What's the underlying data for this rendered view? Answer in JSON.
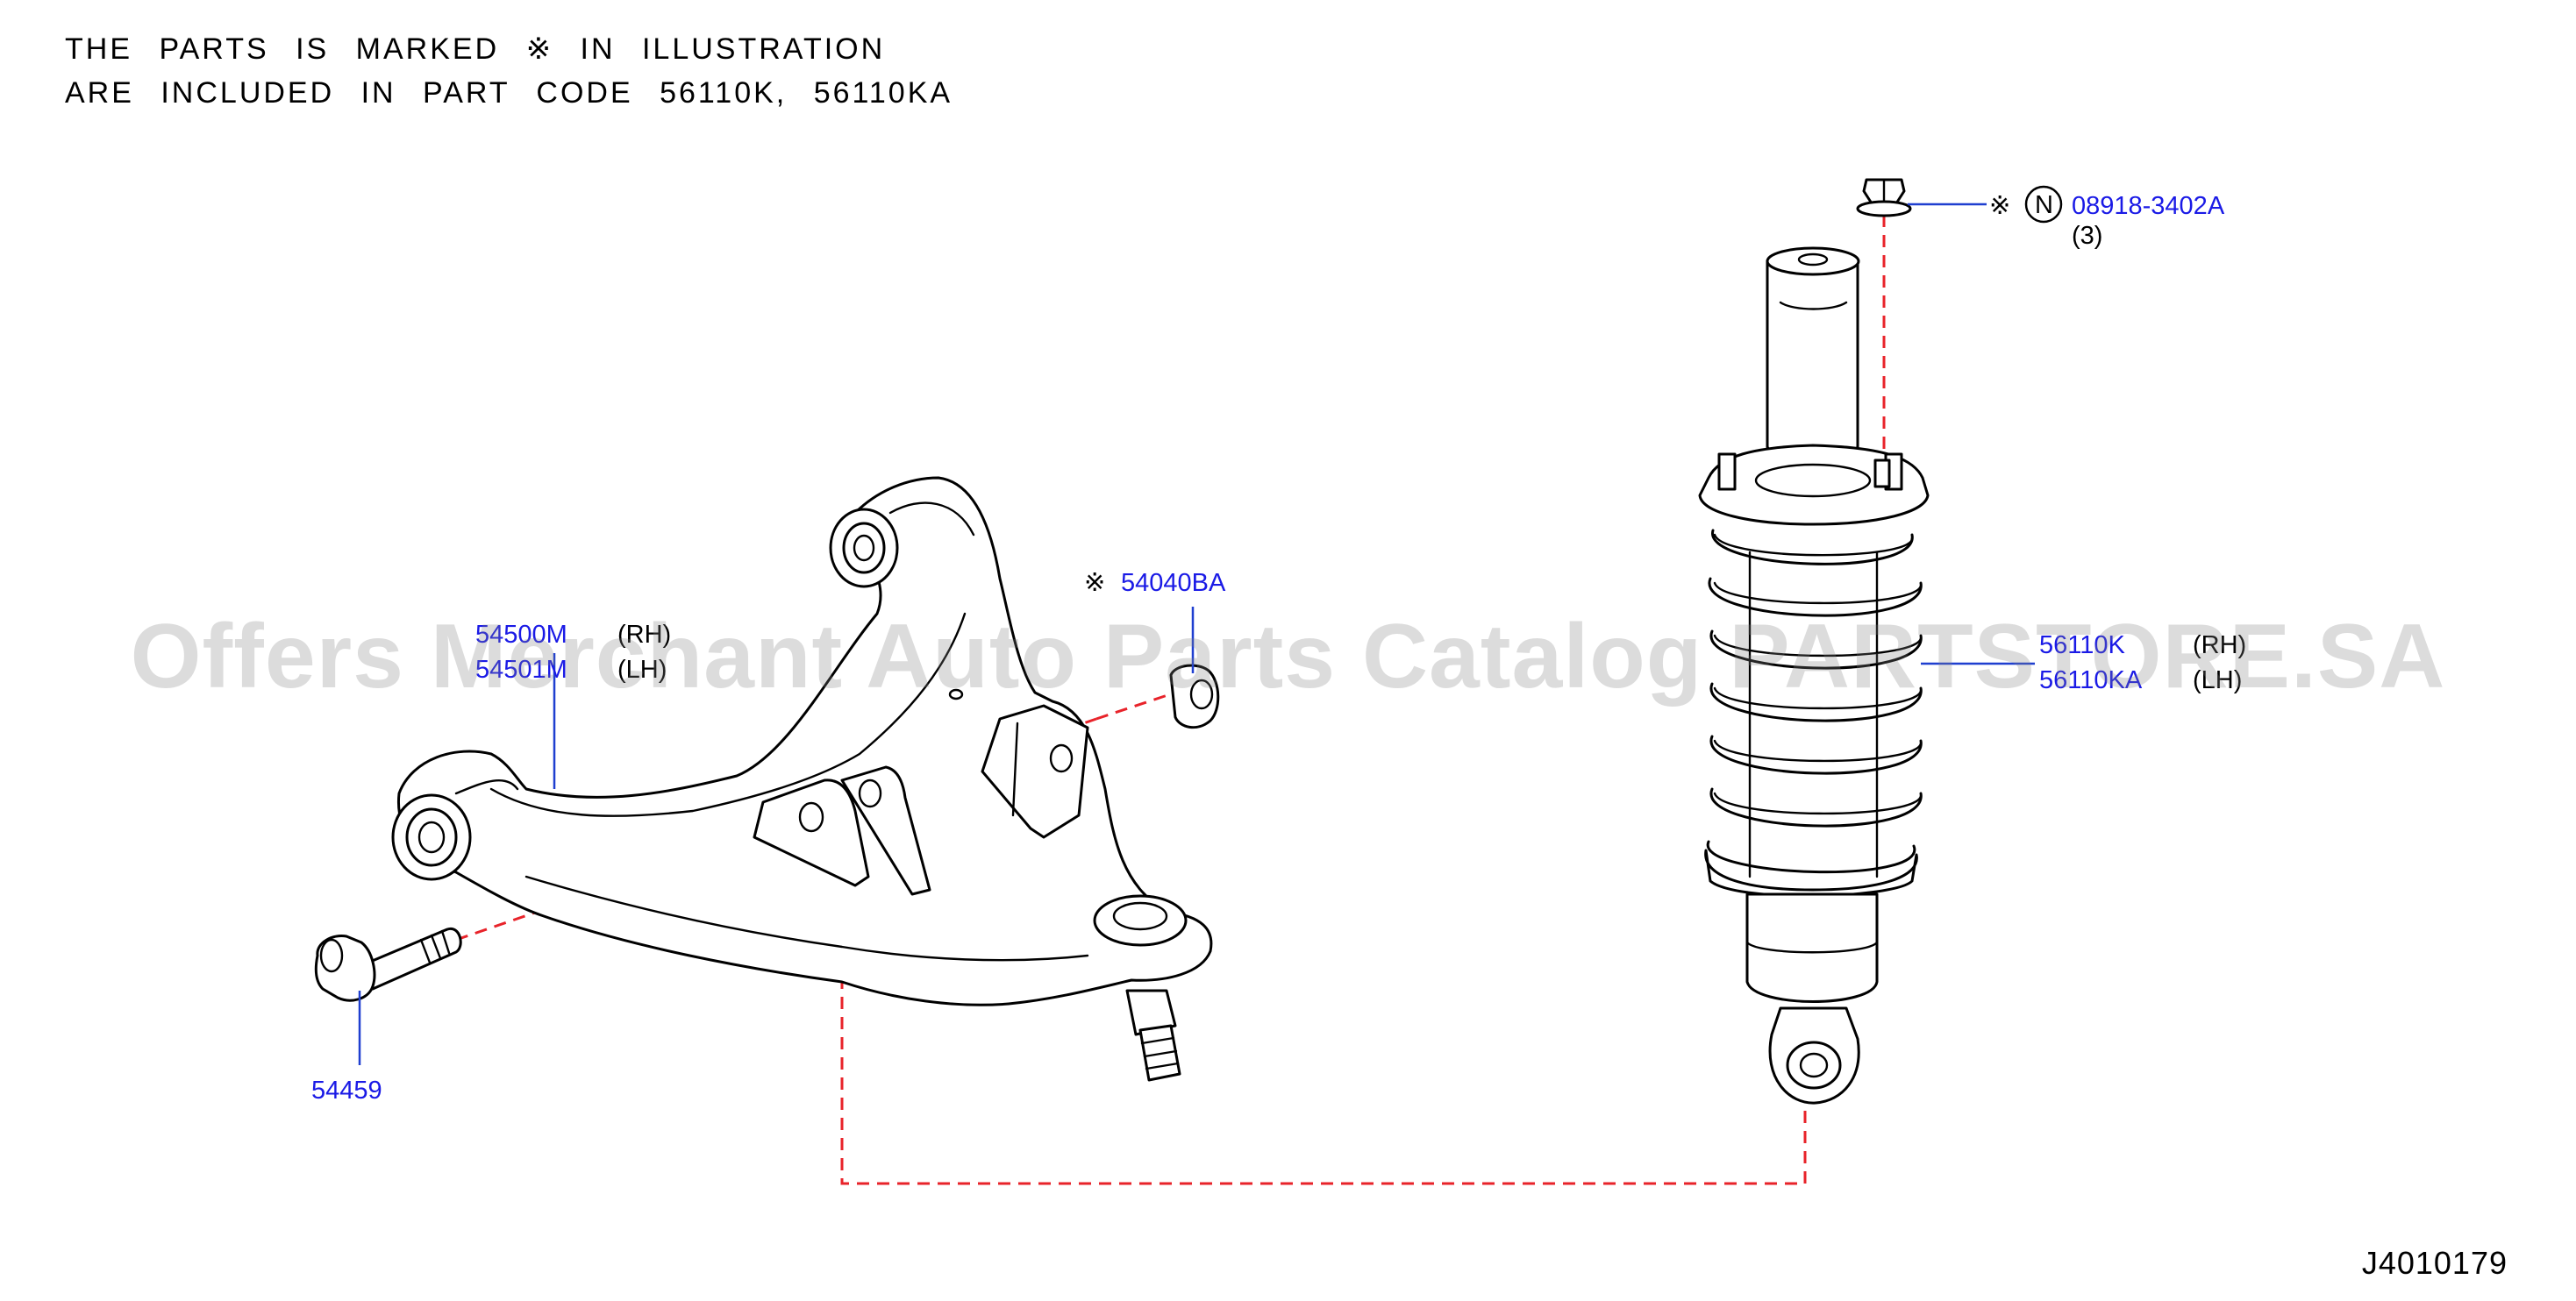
{
  "note": {
    "line1": "THE  PARTS  IS  MARKED     ※  IN  ILLUSTRATION",
    "line2": "ARE  INCLUDED  IN  PART  CODE  56110K,  56110KA"
  },
  "parts": {
    "lower_arm": {
      "code_rh": "54500M",
      "side_rh": "(RH)",
      "code_lh": "54501M",
      "side_lh": "(LH)"
    },
    "bolt": {
      "code": "54459"
    },
    "bushing": {
      "mark": "※",
      "code": "54040BA"
    },
    "nut": {
      "mark": "※",
      "symbol": "N",
      "code": "08918-3402A",
      "qty": "(3)"
    },
    "strut": {
      "code_rh": "56110K",
      "side_rh": "(RH)",
      "code_lh": "56110KA",
      "side_lh": "(LH)"
    }
  },
  "watermark": "Offers Merchant Auto Parts Catalog PARTSTORE.SA",
  "diagram_ref": "J4010179",
  "colors": {
    "part_code": "#1a1ae6",
    "leader": "#1f3fd0",
    "dash": "#e8232a",
    "ink": "#000000"
  }
}
